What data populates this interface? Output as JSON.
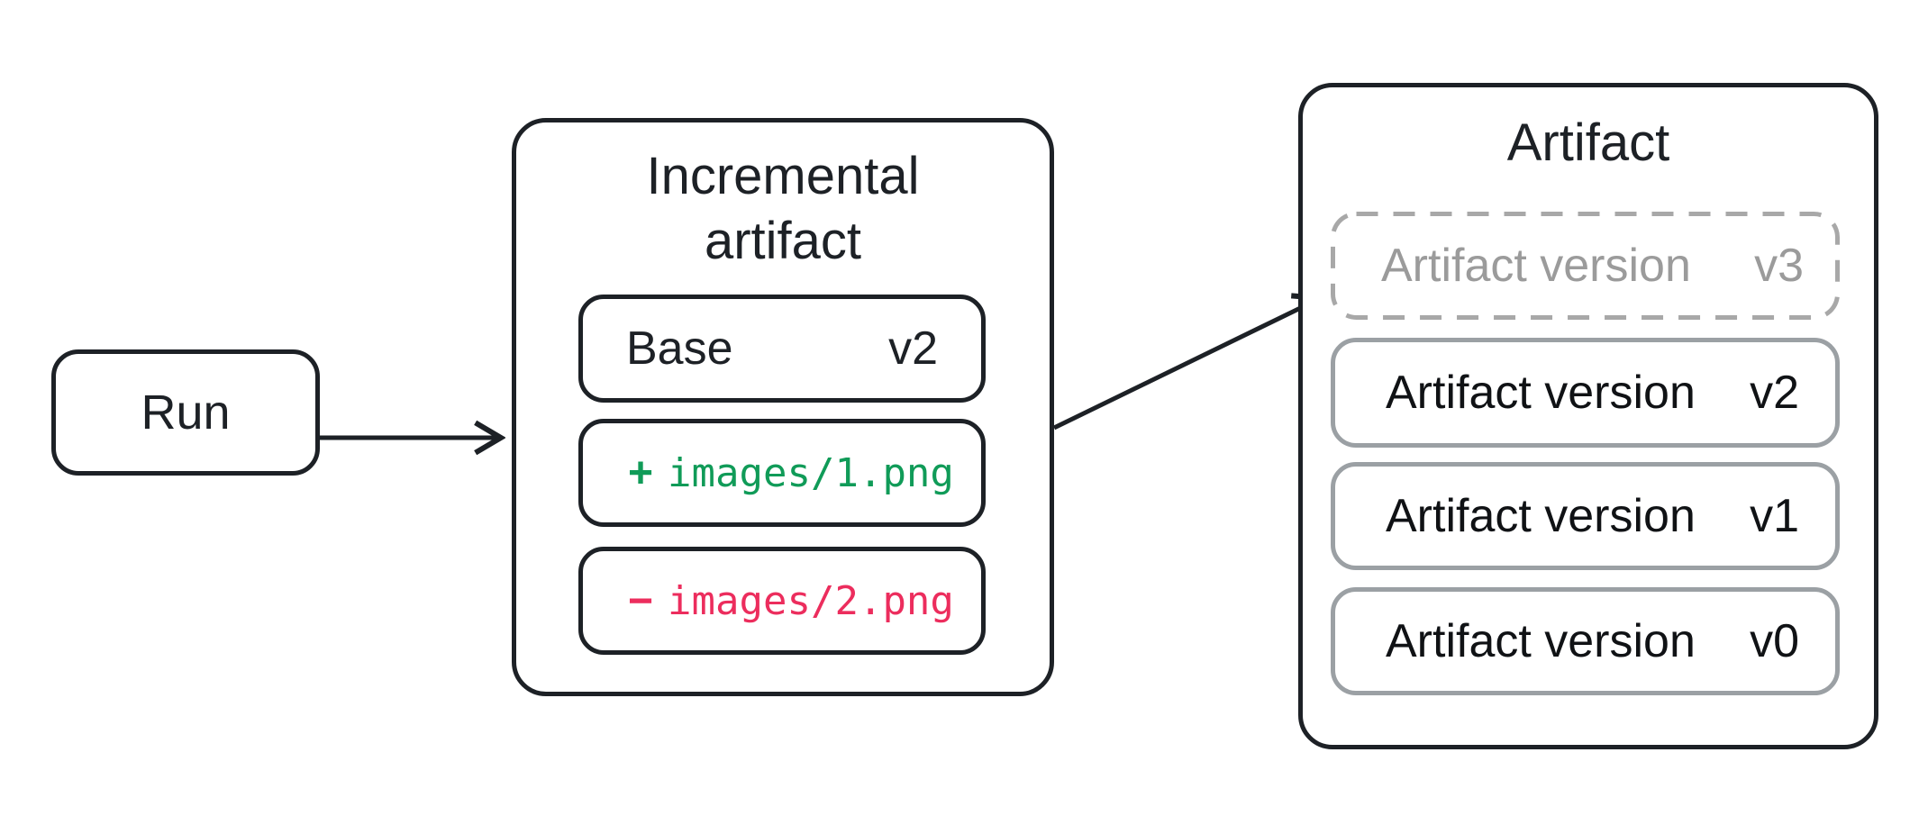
{
  "colors": {
    "ink": "#1d2126",
    "muted_text": "#9b9b9b",
    "dashed_border": "#a8a8a8",
    "gray_border": "#9ba0a4",
    "added_green": "#109b58",
    "removed_red": "#ec2d5d",
    "bg": "#ffffff"
  },
  "run": {
    "label": "Run"
  },
  "incremental": {
    "title_line1": "Incremental",
    "title_line2": "artifact",
    "base": {
      "label": "Base",
      "version": "v2"
    },
    "changes": [
      {
        "sign": "+",
        "path": "images/1.png",
        "type": "added"
      },
      {
        "sign": "−",
        "path": "images/2.png",
        "type": "removed"
      }
    ]
  },
  "artifact": {
    "title": "Artifact",
    "pending_version": {
      "label": "Artifact version",
      "version": "v3"
    },
    "versions": [
      {
        "label": "Artifact version",
        "version": "v2"
      },
      {
        "label": "Artifact version",
        "version": "v1"
      },
      {
        "label": "Artifact version",
        "version": "v0"
      }
    ]
  }
}
